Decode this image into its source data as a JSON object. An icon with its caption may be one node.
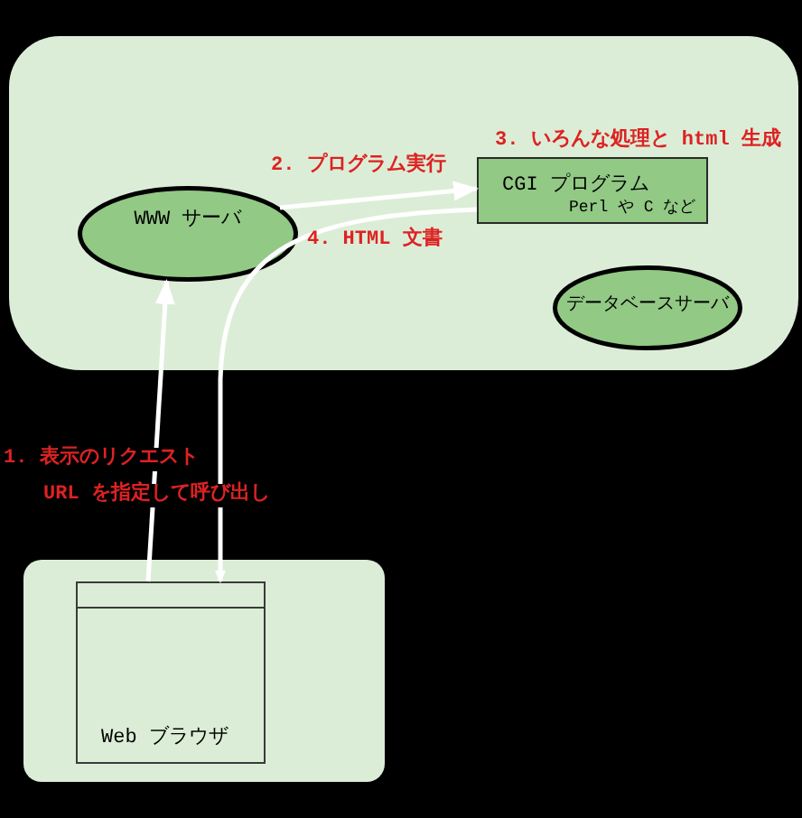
{
  "diagram": {
    "nodes": [
      {
        "text": [],
        "shape": "box"
      },
      {
        "text": [
          "WWW サーバ"
        ],
        "in": 0
      },
      {
        "text": [
          "CGI プログラム",
          "Perl や C など"
        ],
        "beside": [
          "3. いろんな処理と html 生成"
        ],
        "in": 0
      },
      {
        "text": [
          "データベースサーバ"
        ],
        "in": 0
      },
      {
        "text": [],
        "shape": "box"
      },
      {
        "text": [
          "Web ブラウザ"
        ],
        "in": 4
      }
    ],
    "edges": [
      {
        "from": 5,
        "to": 1,
        "arrow": "to",
        "label": "1. 表示のリクエスト"
      },
      {
        "from": 1,
        "to": 2,
        "arrow": "to",
        "label": "2. プログラム実行"
      },
      {
        "from": 2,
        "to": 5,
        "arrow": "to",
        "label": "4. HTML 文書"
      }
    ],
    "labels": [
      "URL を指定して呼び出し"
    ]
  }
}
